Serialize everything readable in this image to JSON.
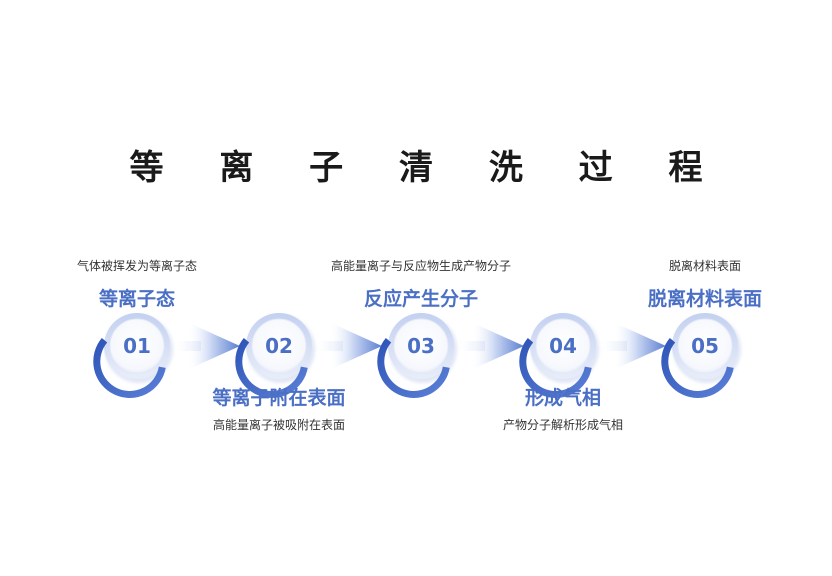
{
  "title": "等 离 子 清 洗 过 程",
  "colors": {
    "accent": "#4a6fc4",
    "accent_light": "#c9d5f2",
    "text": "#1a1a1a"
  },
  "steps": [
    {
      "number": "01",
      "heading": "等离子态",
      "description": "气体被挥发为等离子态",
      "label_position": "top"
    },
    {
      "number": "02",
      "heading": "等离子附在表面",
      "description": "高能量离子被吸附在表面",
      "label_position": "bottom"
    },
    {
      "number": "03",
      "heading": "反应产生分子",
      "description": "高能量离子与反应物生成产物分子",
      "label_position": "top"
    },
    {
      "number": "04",
      "heading": "形成气相",
      "description": "产物分子解析形成气相",
      "label_position": "bottom"
    },
    {
      "number": "05",
      "heading": "脱离材料表面",
      "description": "脱离材料表面",
      "label_position": "top"
    }
  ]
}
